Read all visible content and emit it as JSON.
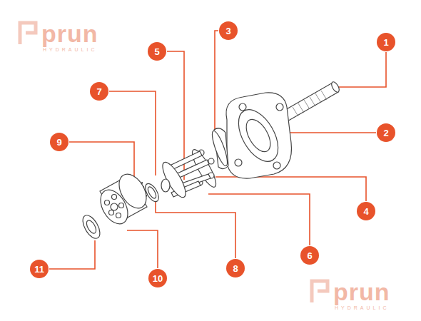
{
  "diagram": {
    "nodes": [
      {
        "text": [
          "1"
        ]
      },
      {
        "text": [
          "2"
        ]
      },
      {
        "text": [
          "3"
        ]
      },
      {
        "text": [
          "4"
        ]
      },
      {
        "text": [
          "5"
        ]
      },
      {
        "text": [
          "6"
        ]
      },
      {
        "text": [
          "7"
        ]
      },
      {
        "text": [
          "8"
        ]
      },
      {
        "text": [
          "9"
        ]
      },
      {
        "text": [
          "10"
        ]
      },
      {
        "text": [
          "11"
        ]
      }
    ],
    "labels": [
      "prun",
      "HYDRAULIC",
      "prun",
      "HYDRAULIC"
    ]
  }
}
